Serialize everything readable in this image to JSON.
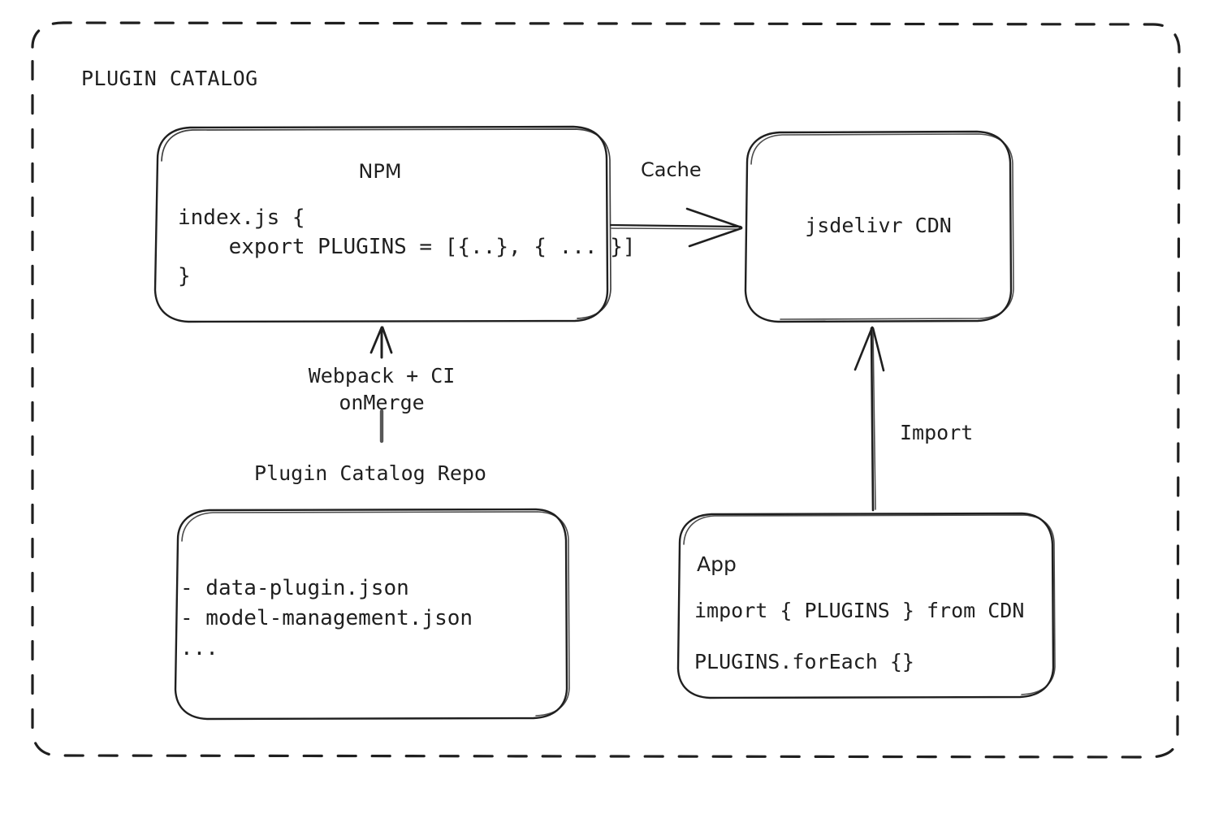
{
  "diagram": {
    "title": "PLUGIN CATALOG",
    "background_color": "#ffffff",
    "stroke_color": "#1f1f1f",
    "style": "hand-drawn excalidraw"
  },
  "nodes": {
    "npm": {
      "title": "NPM",
      "code": "index.js {\n    export PLUGINS = [{..}, { ... }]\n}"
    },
    "cdn": {
      "title": "jsdelivr CDN"
    },
    "repo": {
      "label": "Plugin Catalog Repo",
      "files": "- data-plugin.json\n- model-management.json\n..."
    },
    "app": {
      "title": "App",
      "code_line_1": "import { PLUGINS } from CDN",
      "code_line_2": "PLUGINS.forEach {}"
    }
  },
  "edges": {
    "npm_to_cdn": {
      "label": "Cache"
    },
    "repo_to_npm": {
      "label": "Webpack + CI\nonMerge"
    },
    "app_to_cdn": {
      "label": "Import"
    }
  }
}
